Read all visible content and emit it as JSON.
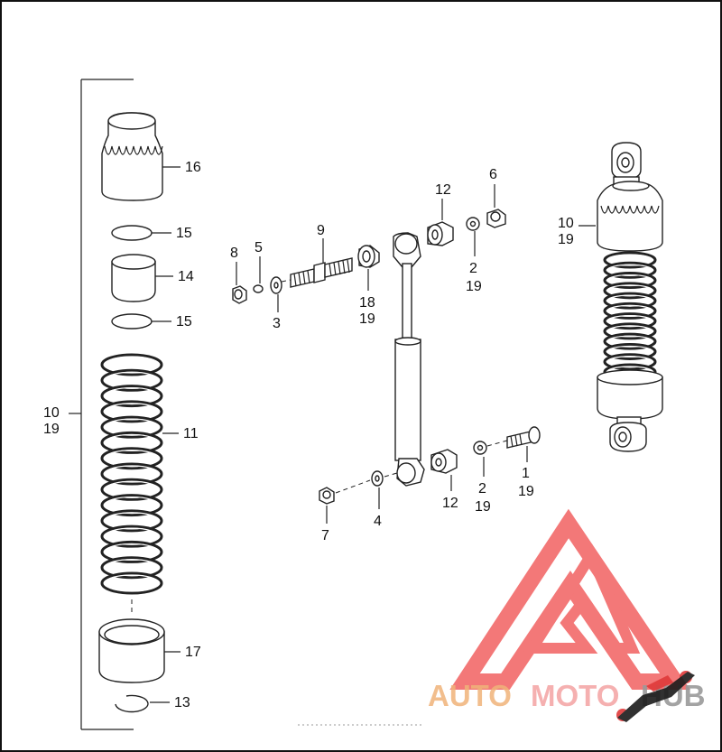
{
  "callouts": {
    "c16": "16",
    "c15a": "15",
    "c14": "14",
    "c15b": "15",
    "c11": "11",
    "c17": "17",
    "c13": "13",
    "c10a": "10",
    "c19a": "19",
    "c8": "8",
    "c5": "5",
    "c3": "3",
    "c9": "9",
    "c18": "18",
    "c19b": "19",
    "c12a": "12",
    "c6": "6",
    "c2a": "2",
    "c19c": "19",
    "c10b": "10",
    "c19d": "19",
    "c7": "7",
    "c4": "4",
    "c12b": "12",
    "c2b": "2",
    "c19e": "19",
    "c1": "1",
    "c19f": "19"
  },
  "watermark": {
    "auto": "AUTO",
    "moto": "MOTO",
    "hub": "HUB",
    "auto_color": "#f0b37a",
    "moto_color": "#f4a3a3",
    "hub_color": "#9a9a9a",
    "logo_color": "#ef4b4b"
  }
}
